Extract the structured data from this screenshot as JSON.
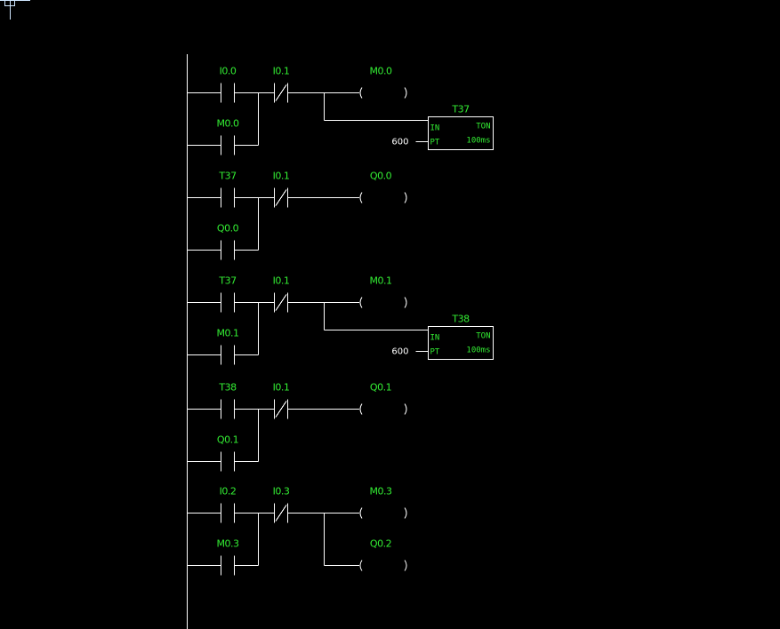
{
  "colors": {
    "background": "#000000",
    "wire": "#ffffff",
    "tag": "#33ee33"
  },
  "rungs": [
    {
      "contact_no": "I0.0",
      "contact_nc": "I0.1",
      "seal_contact": "M0.0",
      "coils": [
        "M0.0"
      ],
      "timer": {
        "name": "T37",
        "type": "TON",
        "in": "IN",
        "pt": "PT",
        "resolution": "100ms",
        "preset": "600"
      }
    },
    {
      "contact_no": "T37",
      "contact_nc": "I0.1",
      "seal_contact": "Q0.0",
      "coils": [
        "Q0.0"
      ]
    },
    {
      "contact_no": "T37",
      "contact_nc": "I0.1",
      "seal_contact": "M0.1",
      "coils": [
        "M0.1"
      ],
      "timer": {
        "name": "T38",
        "type": "TON",
        "in": "IN",
        "pt": "PT",
        "resolution": "100ms",
        "preset": "600"
      }
    },
    {
      "contact_no": "T38",
      "contact_nc": "I0.1",
      "seal_contact": "Q0.1",
      "coils": [
        "Q0.1"
      ]
    },
    {
      "contact_no": "I0.2",
      "contact_nc": "I0.3",
      "seal_contact": "M0.3",
      "coils": [
        "M0.3",
        "Q0.2"
      ]
    }
  ]
}
